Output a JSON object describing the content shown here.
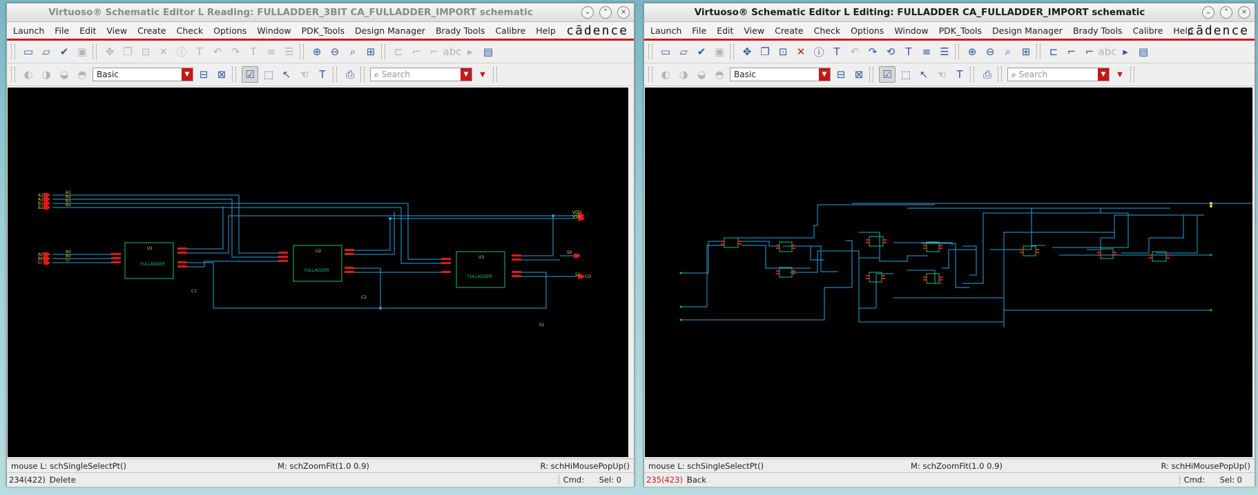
{
  "left_window": {
    "title": "Virtuoso® Schematic Editor L Reading: FULLADDER_3BIT CA_FULLADDER_IMPORT schematic",
    "menus": [
      "Launch",
      "File",
      "Edit",
      "View",
      "Create",
      "Check",
      "Options",
      "Window",
      "PDK_Tools",
      "Design Manager",
      "Brady Tools",
      "Calibre",
      "Help"
    ],
    "logo": "cādence",
    "workspace": "Basic",
    "search_placeholder": "Search",
    "mouse_left": "mouse L: schSingleSelectPt()",
    "mouse_middle": "M: schZoomFit(1.0 0.9)",
    "mouse_right": "R: schHiMousePopUp()",
    "coord": "234(422)",
    "last_cmd": "Delete",
    "cmd": "Cmd:",
    "sel": "Sel: 0",
    "schematic": {
      "pins_top": [
        "A1",
        "A2",
        "B1",
        "B2"
      ],
      "pins_mid": [
        "A0",
        "B0",
        "CI"
      ],
      "pin_label_top": [
        "A1",
        "A2",
        "B1",
        "B2"
      ],
      "pin_label_mid": [
        "A0",
        "B0",
        "CI"
      ],
      "instances": [
        {
          "name": "U1",
          "cell": "FULLADDER"
        },
        {
          "name": "U2",
          "cell": "FULLADDER"
        },
        {
          "name": "U3",
          "cell": "FULLADDER"
        }
      ],
      "nets": [
        "C1",
        "C2",
        "S0",
        "S1",
        "S2",
        "CO",
        "VDD",
        "VSS"
      ]
    }
  },
  "right_window": {
    "title": "Virtuoso® Schematic Editor L Editing: FULLADDER CA_FULLADDER_IMPORT schematic",
    "menus": [
      "Launch",
      "File",
      "Edit",
      "View",
      "Create",
      "Check",
      "Options",
      "Window",
      "PDK_Tools",
      "Design Manager",
      "Brady Tools",
      "Calibre",
      "Help"
    ],
    "logo": "cādence",
    "workspace": "Basic",
    "search_placeholder": "Search",
    "mouse_left": "mouse L: schSingleSelectPt()",
    "mouse_middle": "M: schZoomFit(1.0 0.9)",
    "mouse_right": "R: schHiMousePopUp()",
    "coord": "235(423)",
    "last_cmd": "Back",
    "cmd": "Cmd:",
    "sel": "Sel: 0"
  },
  "colors": {
    "wire": "#2aa6dd",
    "pin": "#e01818",
    "symbol": "#19c36b",
    "text": "#e0d24a",
    "background": "#000000",
    "accent": "#c81e1e"
  }
}
